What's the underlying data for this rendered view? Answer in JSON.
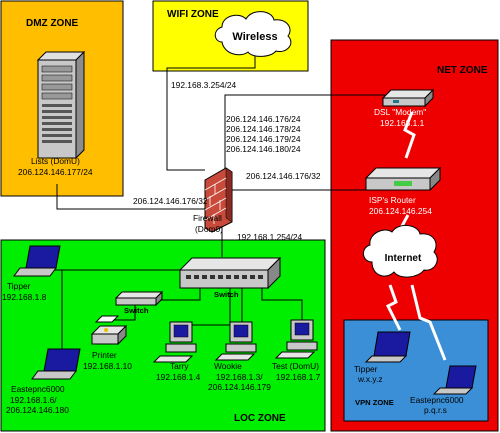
{
  "zones": {
    "dmz": {
      "title": "DMZ ZONE",
      "color": "#ffbf00"
    },
    "wifi": {
      "title": "WIFI ZONE",
      "color": "#ffff00"
    },
    "net": {
      "title": "NET ZONE",
      "color": "#ee0000"
    },
    "loc": {
      "title": "LOC ZONE",
      "color": "#00ee00"
    },
    "vpn": {
      "title": "VPN ZONE",
      "color": "#3b8fd6"
    }
  },
  "dmz": {
    "server_name": "Lists (DomU)",
    "server_ip": "206.124.146.177/24"
  },
  "wifi": {
    "cloud_label": "Wireless"
  },
  "firewall": {
    "name": "Firewall",
    "sub": "(Dom0)",
    "if_wifi": "192.168.3.254/24",
    "if_dmz": "206.124.146.176/32",
    "if_net": "206.124.146.176/32",
    "if_loc": "192.168.1.254/24",
    "ip_list": [
      "206.124.146.176/24",
      "206.124.146.178/24",
      "206.124.146.179/24",
      "206.124.146.180/24"
    ]
  },
  "net": {
    "modem_name": "DSL \"Modem\"",
    "modem_ip": "192.168.1.1",
    "router_name": "ISP's Router",
    "router_ip": "206.124.146.254",
    "internet_label": "Internet"
  },
  "vpn": {
    "laptop1_name": "Tipper",
    "laptop1_ip": "w.x.y.z",
    "laptop2_name": "Eastepnc6000",
    "laptop2_ip": "p.q.r.s"
  },
  "loc": {
    "switch_main_label": "Switch",
    "switch_small_label": "Switch",
    "tipper_name": "Tipper",
    "tipper_ip": "192.168.1.8",
    "eastep_name": "Eastepnc6000",
    "eastep_ip1": "192.168.1.6/",
    "eastep_ip2": "206.124.146.180",
    "printer_name": "Printer",
    "printer_ip": "192.168.1.10",
    "tarry_name": "Tarry",
    "tarry_ip": "192.168.1.4",
    "wookie_name": "Wookie",
    "wookie_ip1": "192.168.1.3/",
    "wookie_ip2": "206.124.146.179",
    "test_name": "Test (DomU)",
    "test_ip": "192.168.1.7"
  },
  "colors": {
    "screen": "#1a1aa0",
    "firewall_brick": "#c84a3a",
    "device_grey": "#c8c8c8"
  }
}
